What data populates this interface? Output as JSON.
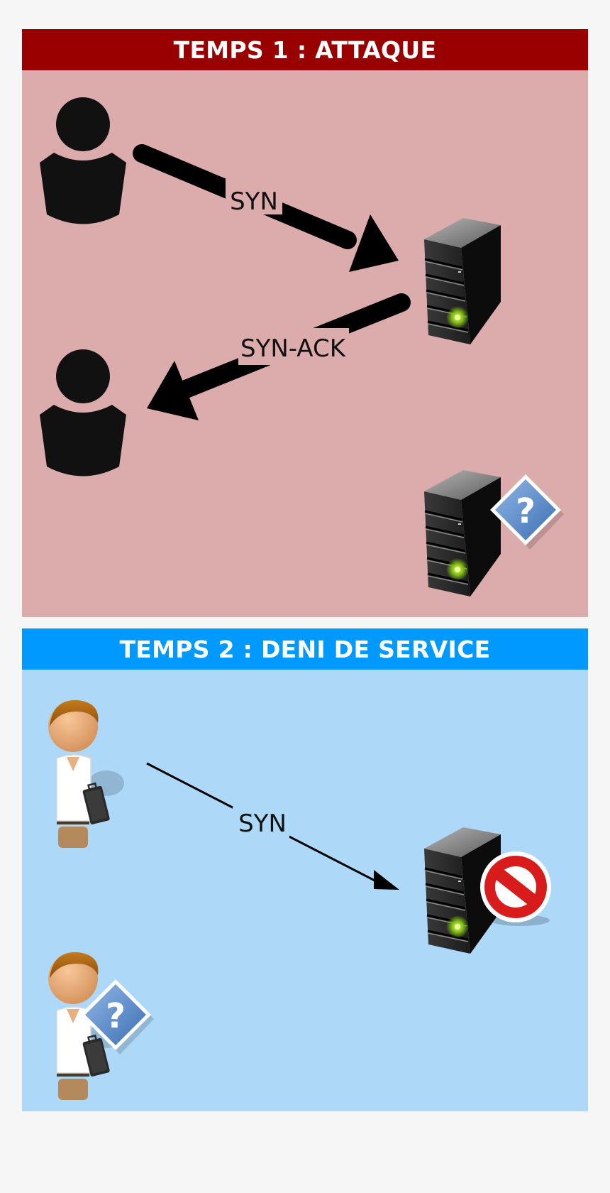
{
  "colors": {
    "attack_header": "#990000",
    "attack_body": "#dcabab",
    "dos_header": "#0099ff",
    "dos_body": "#add8f7"
  },
  "panels": {
    "attack": {
      "title": "TEMPS 1 : ATTAQUE",
      "syn_label": "SYN",
      "synack_label": "SYN-ACK",
      "icons": [
        "user-silhouette-icon",
        "server-icon",
        "unknown-question-icon"
      ]
    },
    "dos": {
      "title": "TEMPS 2 : DENI DE SERVICE",
      "syn_label": "SYN",
      "icons": [
        "businessman-icon",
        "server-icon",
        "blocked-icon",
        "unknown-question-icon"
      ]
    }
  },
  "question_glyph": "?"
}
